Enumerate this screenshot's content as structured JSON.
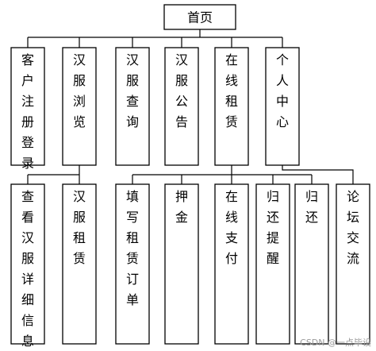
{
  "root": {
    "id": "root",
    "label": "首页"
  },
  "modules": [
    {
      "id": "m1",
      "label": "客户注册登录"
    },
    {
      "id": "m2",
      "label": "汉服浏览"
    },
    {
      "id": "m3",
      "label": "汉服查询"
    },
    {
      "id": "m4",
      "label": "汉服公告"
    },
    {
      "id": "m5",
      "label": "在线租赁"
    },
    {
      "id": "m6",
      "label": "个人中心"
    }
  ],
  "submodules": [
    {
      "id": "s1",
      "parent": "m2",
      "label": "查看汉服详细信息"
    },
    {
      "id": "s2",
      "parent": "m2",
      "label": "汉服租赁"
    },
    {
      "id": "s3",
      "parent": "m5",
      "label": "填写租赁订单"
    },
    {
      "id": "s4",
      "parent": "m5",
      "label": "押金"
    },
    {
      "id": "s5",
      "parent": "m5",
      "label": "在线支付"
    },
    {
      "id": "s6",
      "parent": "m5",
      "label": "归还提醒"
    },
    {
      "id": "s7",
      "parent": "m5",
      "label": "归还"
    },
    {
      "id": "s8",
      "parent": "m6",
      "label": "论坛交流"
    }
  ],
  "watermark": "CSDN @一点毕设"
}
